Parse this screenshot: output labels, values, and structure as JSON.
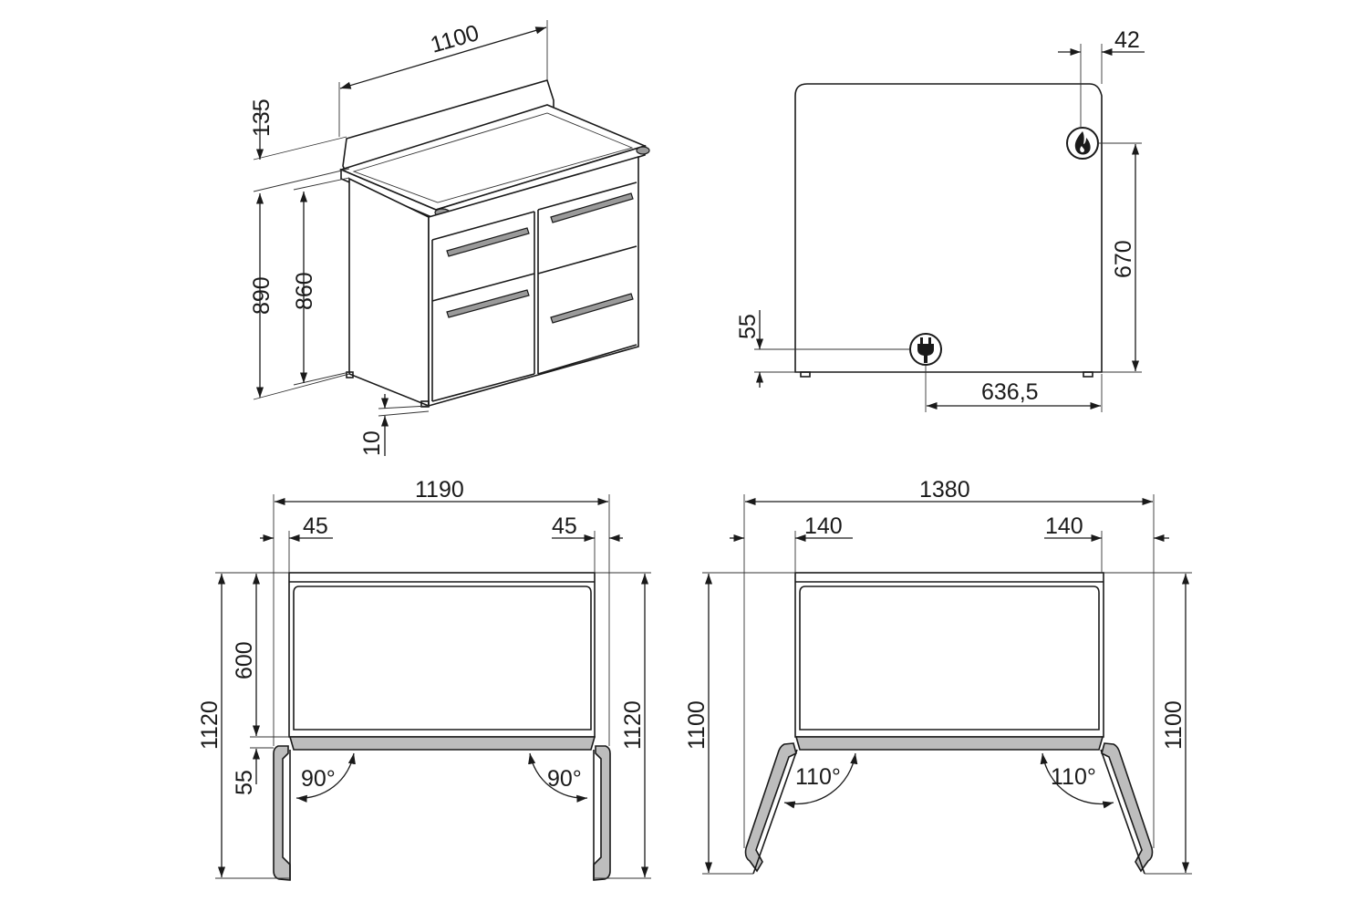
{
  "perspective_view": {
    "width": "1100",
    "backsplash_height": "135",
    "total_height": "890",
    "body_height": "860",
    "foot_height": "10"
  },
  "side_view": {
    "gas_offset": "42",
    "gas_height": "670",
    "electric_height": "55",
    "electric_offset": "636,5",
    "icons": [
      "flame-icon",
      "plug-icon"
    ]
  },
  "top_view_90": {
    "overall_width": "1190",
    "left_margin": "45",
    "right_margin": "45",
    "depth": "600",
    "door_gap": "55",
    "left_total_depth": "1120",
    "right_total_depth": "1120",
    "left_angle": "90°",
    "right_angle": "90°"
  },
  "top_view_110": {
    "overall_width": "1380",
    "left_margin": "140",
    "right_margin": "140",
    "left_total_depth": "1100",
    "right_total_depth": "1100",
    "left_angle": "110°",
    "right_angle": "110°"
  }
}
